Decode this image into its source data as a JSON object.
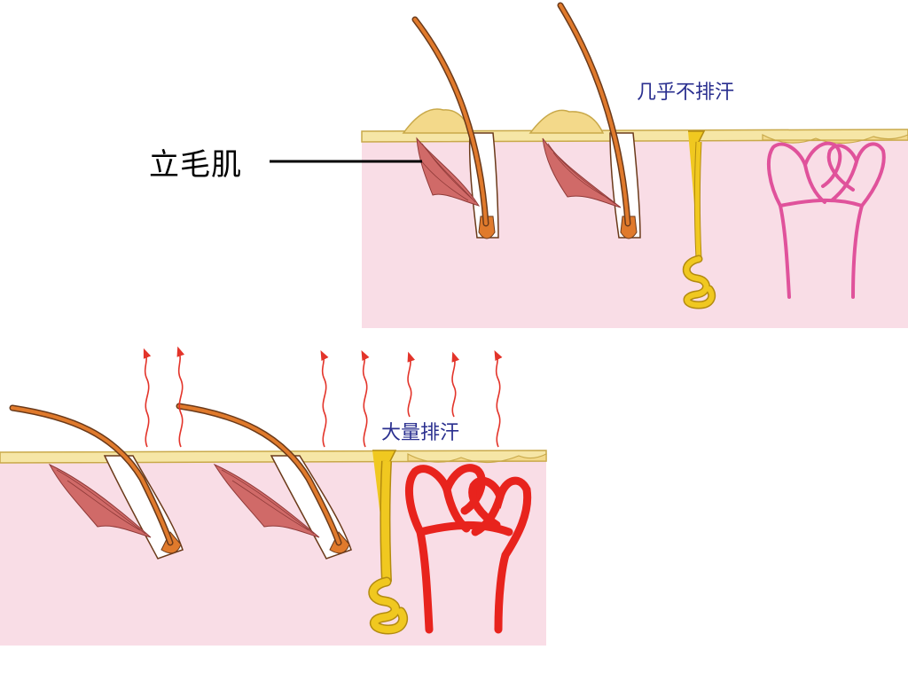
{
  "labels": {
    "arrector_muscle": "立毛肌",
    "little_sweat": "几乎不排汗",
    "much_sweat": "大量排汗"
  },
  "colors": {
    "dermis": "#f9dde6",
    "epidermis": "#f6e6a6",
    "fat_tissue": "#f3d98a",
    "hair": "#d9641e",
    "muscle": "#d06a68",
    "sweat_gland": "#f0c820",
    "vessels_cold": "#e0529b",
    "vessels_hot": "#e8231d",
    "heat_waves": "#e3342a",
    "label_text": "#2a2f8f"
  }
}
